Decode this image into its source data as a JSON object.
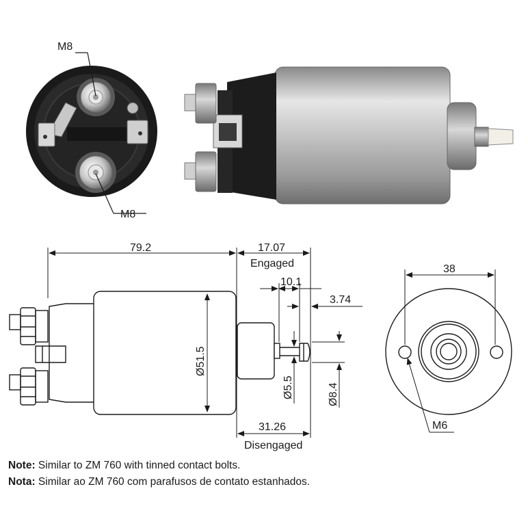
{
  "labels": {
    "m8_top": "M8",
    "m8_bottom": "M8",
    "len_body": "79.2",
    "len_engaged": "17.07",
    "engaged": "Engaged",
    "len_10_1": "10.1",
    "len_3_74": "3.74",
    "dia_body": "Ø51.5",
    "dia_plunger": "Ø5.5",
    "dia_head": "Ø8.4",
    "len_disengaged": "31.26",
    "disengaged": "Disengaged",
    "hole_spacing": "38",
    "hole_thread": "M6"
  },
  "notes": [
    {
      "label": "Note:",
      "text": " Similar to ZM 760 with tinned contact bolts."
    },
    {
      "label": "Nota:",
      "text": " Similar ao ZM 760 com parafusos de contato estanhados."
    }
  ]
}
